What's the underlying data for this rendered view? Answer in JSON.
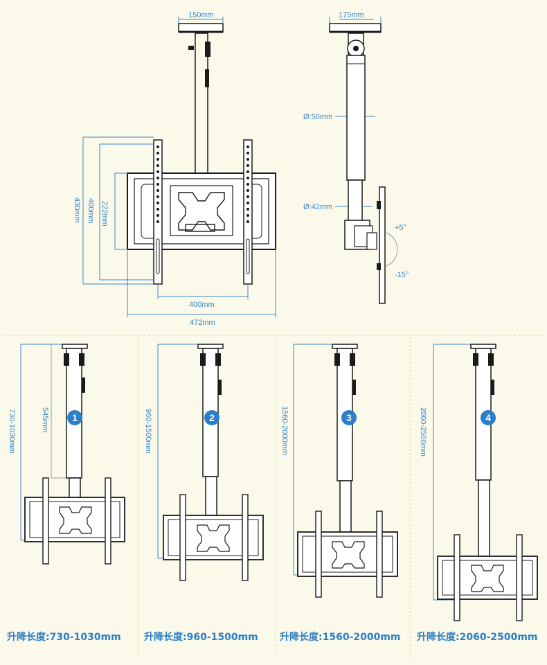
{
  "top_front": {
    "plate_width": "150mm",
    "height_430": "430mm",
    "height_400": "400mm",
    "height_222": "222mm",
    "width_400": "400mm",
    "width_472": "472mm"
  },
  "top_side": {
    "plate_width": "175mm",
    "tube_upper": "Ø:50mm",
    "tube_lower": "Ø:42mm",
    "tilt_up": "+5°",
    "tilt_down": "-15°"
  },
  "configs": [
    {
      "number": "1",
      "range": "730-1030mm",
      "extra": "545mm",
      "caption": "升降长度:730-1030mm"
    },
    {
      "number": "2",
      "range": "960-1500mm",
      "caption": "升降长度:960-1500mm"
    },
    {
      "number": "3",
      "range": "1560-2000mm",
      "caption": "升降长度:1560-2000mm"
    },
    {
      "number": "4",
      "range": "2060-2500mm",
      "caption": "升降长度:2060-2500mm"
    }
  ],
  "colors": {
    "background": "#fbf9ea",
    "accent": "#3b86c6",
    "line": "#1a1a1a",
    "badge": "#2a7fc8"
  }
}
